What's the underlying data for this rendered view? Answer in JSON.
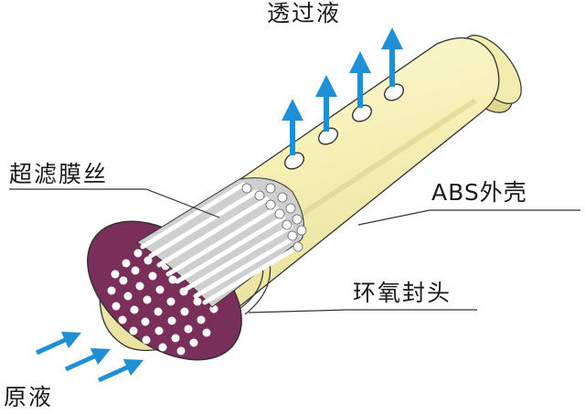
{
  "labels": {
    "permeate": "透过液",
    "fiber": "超滤膜丝",
    "shell": "ABS外壳",
    "epoxy": "环氧封头",
    "feed": "原液"
  },
  "colors": {
    "shell": "#f8f3bf",
    "shell_shade": "#e8e2a0",
    "end_cap": "#7a2e5a",
    "arrow": "#1f8fd6",
    "fiber": "#ffffff"
  }
}
